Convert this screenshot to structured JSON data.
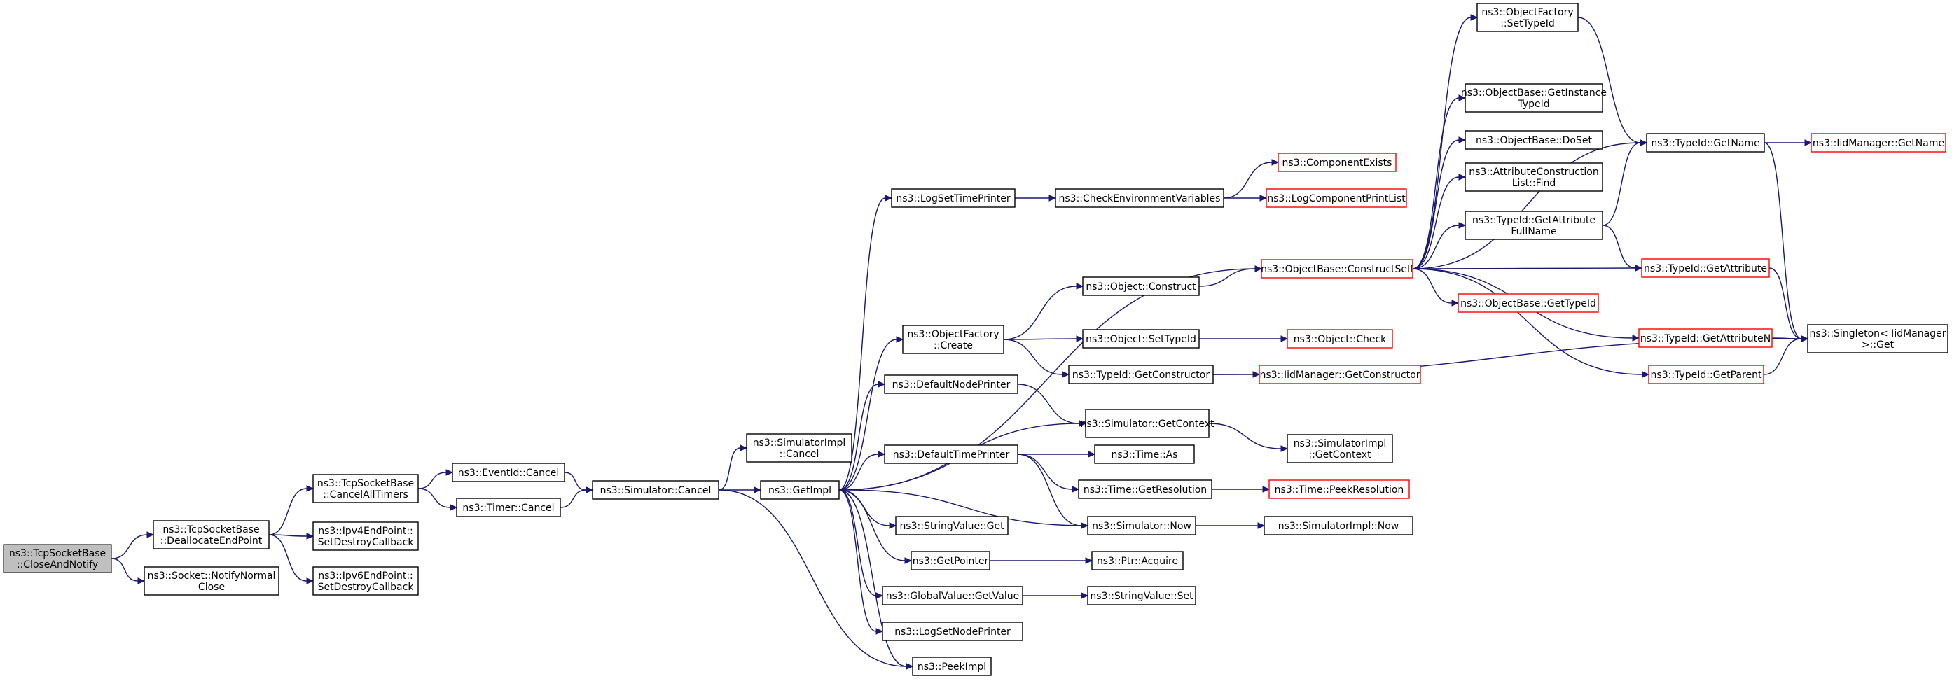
{
  "colors": {
    "edge": "#191970",
    "normal_border": "#000000",
    "red_border": "#ff0000",
    "root_fill": "#bfbfbf"
  },
  "nodes": [
    {
      "id": "root",
      "lines": [
        "ns3::TcpSocketBase",
        "::CloseAndNotify"
      ],
      "style": "root"
    },
    {
      "id": "dealloc",
      "lines": [
        "ns3::TcpSocketBase",
        "::DeallocateEndPoint"
      ],
      "style": "normal"
    },
    {
      "id": "notifyclose",
      "lines": [
        "ns3::Socket::NotifyNormal",
        "Close"
      ],
      "style": "normal"
    },
    {
      "id": "cancelall",
      "lines": [
        "ns3::TcpSocketBase",
        "::CancelAllTimers"
      ],
      "style": "normal"
    },
    {
      "id": "ipv4",
      "lines": [
        "ns3::Ipv4EndPoint::",
        "SetDestroyCallback"
      ],
      "style": "normal"
    },
    {
      "id": "ipv6",
      "lines": [
        "ns3::Ipv6EndPoint::",
        "SetDestroyCallback"
      ],
      "style": "normal"
    },
    {
      "id": "eventcancel",
      "lines": [
        "ns3::EventId::Cancel"
      ],
      "style": "normal"
    },
    {
      "id": "timercancel",
      "lines": [
        "ns3::Timer::Cancel"
      ],
      "style": "normal"
    },
    {
      "id": "simcancel",
      "lines": [
        "ns3::Simulator::Cancel"
      ],
      "style": "normal"
    },
    {
      "id": "simimplcancel",
      "lines": [
        "ns3::SimulatorImpl",
        "::Cancel"
      ],
      "style": "normal"
    },
    {
      "id": "getimpl",
      "lines": [
        "ns3::GetImpl"
      ],
      "style": "normal"
    },
    {
      "id": "logsettime",
      "lines": [
        "ns3::LogSetTimePrinter"
      ],
      "style": "normal"
    },
    {
      "id": "objfactcreate",
      "lines": [
        "ns3::ObjectFactory",
        "::Create"
      ],
      "style": "normal"
    },
    {
      "id": "defnodeprinter",
      "lines": [
        "ns3::DefaultNodePrinter"
      ],
      "style": "normal"
    },
    {
      "id": "deftimeprinter",
      "lines": [
        "ns3::DefaultTimePrinter"
      ],
      "style": "normal"
    },
    {
      "id": "stringvalueget",
      "lines": [
        "ns3::StringValue::Get"
      ],
      "style": "normal"
    },
    {
      "id": "getpointer",
      "lines": [
        "ns3::GetPointer"
      ],
      "style": "normal"
    },
    {
      "id": "globalgetvalue",
      "lines": [
        "ns3::GlobalValue::GetValue"
      ],
      "style": "normal"
    },
    {
      "id": "logsetnode",
      "lines": [
        "ns3::LogSetNodePrinter"
      ],
      "style": "normal"
    },
    {
      "id": "peekimpl",
      "lines": [
        "ns3::PeekImpl"
      ],
      "style": "normal"
    },
    {
      "id": "checkenv",
      "lines": [
        "ns3::CheckEnvironmentVariables"
      ],
      "style": "normal"
    },
    {
      "id": "objconstruct",
      "lines": [
        "ns3::Object::Construct"
      ],
      "style": "normal"
    },
    {
      "id": "objsettypeid",
      "lines": [
        "ns3::Object::SetTypeId"
      ],
      "style": "normal"
    },
    {
      "id": "typeidgetctor",
      "lines": [
        "ns3::TypeId::GetConstructor"
      ],
      "style": "normal"
    },
    {
      "id": "simgetctx",
      "lines": [
        "ns3::Simulator::GetContext"
      ],
      "style": "normal"
    },
    {
      "id": "timeas",
      "lines": [
        "ns3::Time::As"
      ],
      "style": "normal"
    },
    {
      "id": "timegetres",
      "lines": [
        "ns3::Time::GetResolution"
      ],
      "style": "normal"
    },
    {
      "id": "simnow",
      "lines": [
        "ns3::Simulator::Now"
      ],
      "style": "normal"
    },
    {
      "id": "ptracquire",
      "lines": [
        "ns3::Ptr::Acquire"
      ],
      "style": "normal"
    },
    {
      "id": "stringvalueset",
      "lines": [
        "ns3::StringValue::Set"
      ],
      "style": "normal"
    },
    {
      "id": "compexists",
      "lines": [
        "ns3::ComponentExists"
      ],
      "style": "red"
    },
    {
      "id": "logcompprint",
      "lines": [
        "ns3::LogComponentPrintList"
      ],
      "style": "red"
    },
    {
      "id": "constructself",
      "lines": [
        "ns3::ObjectBase::ConstructSelf"
      ],
      "style": "red"
    },
    {
      "id": "objcheck",
      "lines": [
        "ns3::Object::Check"
      ],
      "style": "red"
    },
    {
      "id": "iidgetctor",
      "lines": [
        "ns3::IidManager::GetConstructor"
      ],
      "style": "red"
    },
    {
      "id": "simimplgetctx",
      "lines": [
        "ns3::SimulatorImpl",
        "::GetContext"
      ],
      "style": "normal"
    },
    {
      "id": "timepeekres",
      "lines": [
        "ns3::Time::PeekResolution"
      ],
      "style": "red"
    },
    {
      "id": "simimplnow",
      "lines": [
        "ns3::SimulatorImpl::Now"
      ],
      "style": "normal"
    },
    {
      "id": "objfactsettypeid",
      "lines": [
        "ns3::ObjectFactory",
        "::SetTypeId"
      ],
      "style": "normal"
    },
    {
      "id": "getinstancetypeid",
      "lines": [
        "ns3::ObjectBase::GetInstance",
        "TypeId"
      ],
      "style": "normal"
    },
    {
      "id": "doset",
      "lines": [
        "ns3::ObjectBase::DoSet"
      ],
      "style": "normal"
    },
    {
      "id": "attrconstfind",
      "lines": [
        "ns3::AttributeConstruction",
        "List::Find"
      ],
      "style": "normal"
    },
    {
      "id": "getattrfullname",
      "lines": [
        "ns3::TypeId::GetAttribute",
        "FullName"
      ],
      "style": "normal"
    },
    {
      "id": "objbasegettypeid",
      "lines": [
        "ns3::ObjectBase::GetTypeId"
      ],
      "style": "red"
    },
    {
      "id": "typeidgetname",
      "lines": [
        "ns3::TypeId::GetName"
      ],
      "style": "normal"
    },
    {
      "id": "typeidgetattr",
      "lines": [
        "ns3::TypeId::GetAttribute"
      ],
      "style": "red"
    },
    {
      "id": "typeidgetattrn",
      "lines": [
        "ns3::TypeId::GetAttributeN"
      ],
      "style": "red"
    },
    {
      "id": "typeidgetparent",
      "lines": [
        "ns3::TypeId::GetParent"
      ],
      "style": "red"
    },
    {
      "id": "iidgetname",
      "lines": [
        "ns3::IidManager::GetName"
      ],
      "style": "red"
    },
    {
      "id": "singletonget",
      "lines": [
        "ns3::Singleton< IidManager",
        " >::Get"
      ],
      "style": "normal"
    }
  ]
}
